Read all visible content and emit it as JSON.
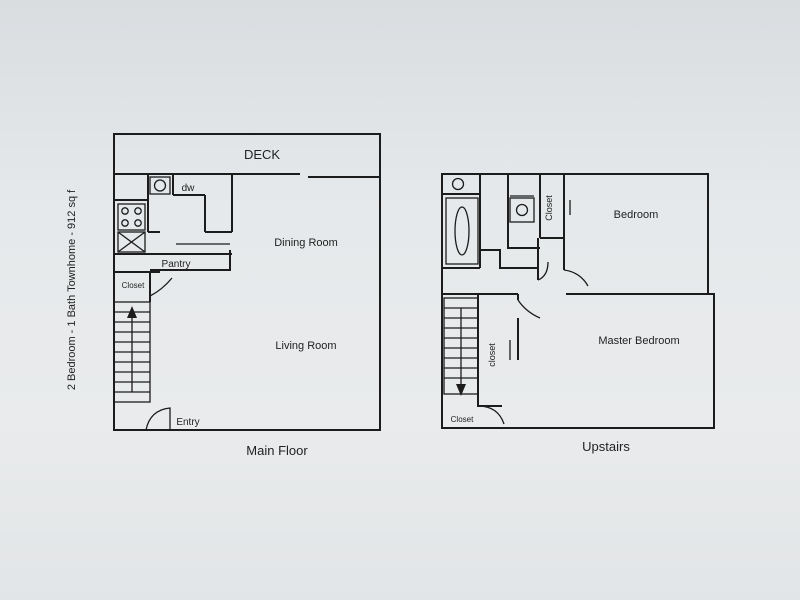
{
  "side_label": "2 Bedroom - 1 Bath Townhome - 912 sq f",
  "main_floor": {
    "caption": "Main Floor",
    "rooms": {
      "deck": "DECK",
      "dw": "dw",
      "dining": "Dining Room",
      "pantry": "Pantry",
      "closet": "Closet",
      "living": "Living Room",
      "entry": "Entry"
    }
  },
  "upstairs": {
    "caption": "Upstairs",
    "rooms": {
      "closet_top": "Closet",
      "bedroom": "Bedroom",
      "master": "Master Bedroom",
      "closet_mid": "closet",
      "closet_bottom": "Closet"
    }
  }
}
